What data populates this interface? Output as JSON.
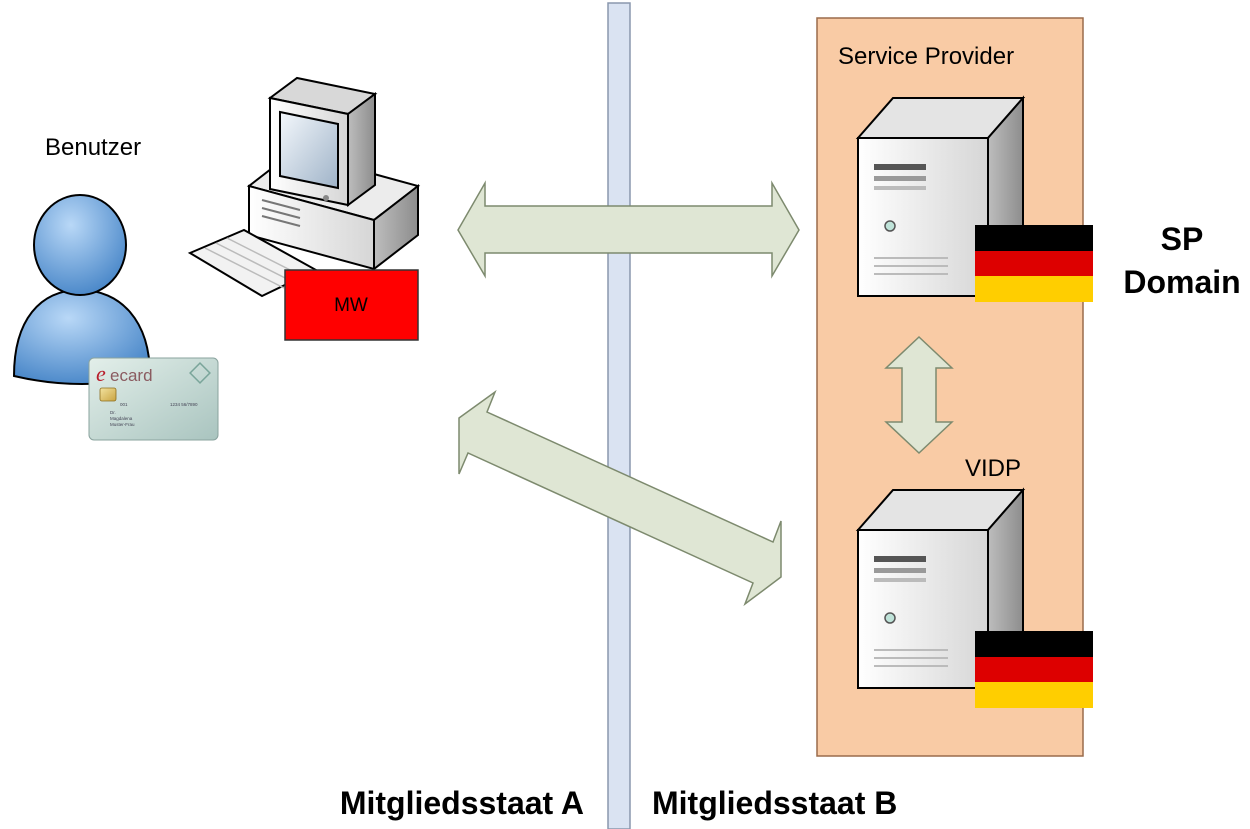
{
  "labels": {
    "user": "Benutzer",
    "middleware": "MW",
    "service_provider": "Service Provider",
    "vidp": "VIDP",
    "sp_domain_line1": "SP",
    "sp_domain_line2": "Domain",
    "member_state_a": "Mitgliedsstaat A",
    "member_state_b": "Mitgliedsstaat B"
  },
  "ecard": {
    "brand": "ecard",
    "brand_accent_letter": "e",
    "number_left": "001",
    "number_right": "1234 56/7890",
    "title": "Dr.",
    "first_name": "Magdalena",
    "last_name": "Muster-Frau"
  },
  "icons": {
    "user": "user-icon",
    "computer": "desktop-computer-icon",
    "server": "server-icon",
    "flag": "german-flag-icon",
    "arrow": "double-arrow-icon",
    "card": "smart-card-icon"
  },
  "colors": {
    "sp_panel_fill": "#f9cba5",
    "middleware_fill": "#ff0000",
    "arrow_fill": "#dfe6d4",
    "divider_fill": "#dae3f2",
    "flag_black": "#000000",
    "flag_red": "#dd0000",
    "flag_gold": "#ffce00"
  }
}
